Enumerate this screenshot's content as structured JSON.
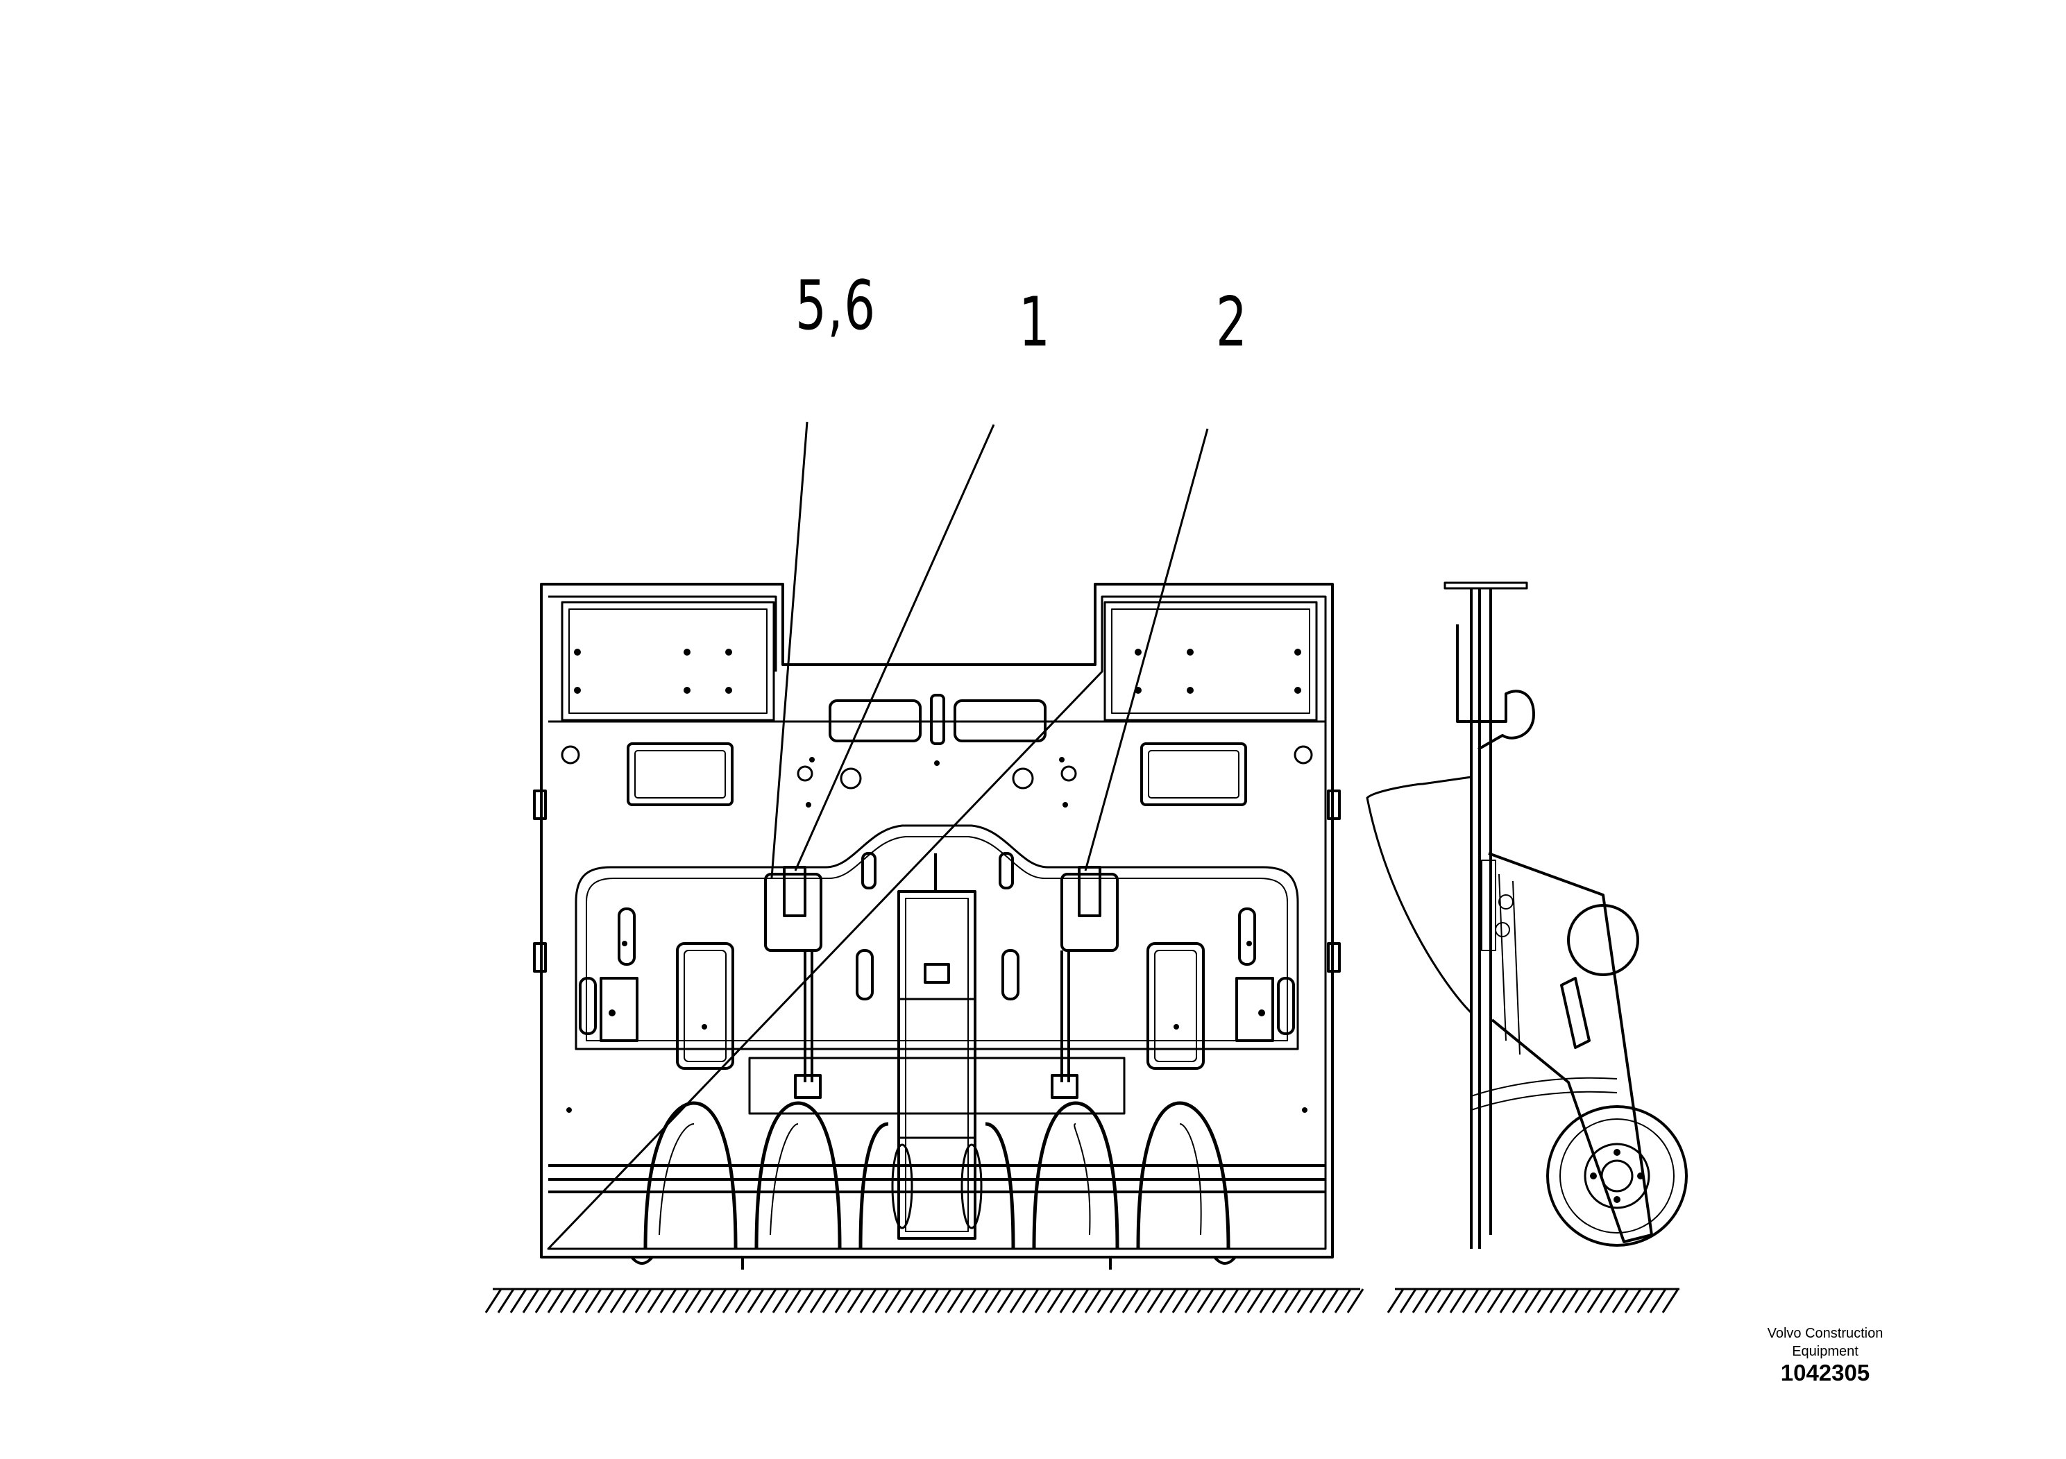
{
  "callouts": {
    "label_56": "5,6",
    "label_1": "1",
    "label_2": "2"
  },
  "brand": {
    "line1": "Volvo Construction",
    "line2": "Equipment"
  },
  "drawing_number": "1042305"
}
